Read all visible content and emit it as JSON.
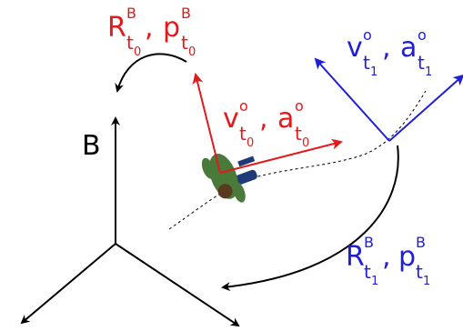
{
  "frame": {
    "label": "B"
  },
  "labels": {
    "top_left": {
      "main": "R",
      "main_sup": "B",
      "main_sub": "t",
      "main_subsub": "0",
      "sep": ",",
      "second": "p",
      "second_sup": "B",
      "second_sub": "t",
      "second_subsub": "0",
      "color": "#e31a1c"
    },
    "agent_t0": {
      "main": "v",
      "main_sup": "o",
      "main_sub": "t",
      "main_subsub": "0",
      "sep": ",",
      "second": "a",
      "second_sup": "o",
      "second_sub": "t",
      "second_subsub": "0",
      "color": "#e31a1c"
    },
    "agent_t1": {
      "main": "v",
      "main_sup": "o",
      "main_sub": "t",
      "main_subsub": "1",
      "sep": ",",
      "second": "a",
      "second_sup": "o",
      "second_sub": "t",
      "second_subsub": "1",
      "color": "#1f1fd6"
    },
    "bottom_right": {
      "main": "R",
      "main_sup": "B",
      "main_sub": "t",
      "main_subsub": "1",
      "sep": ",",
      "second": "p",
      "second_sup": "B",
      "second_sub": "t",
      "second_subsub": "1",
      "color": "#1f1fd6"
    }
  },
  "colors": {
    "red": "#e31a1c",
    "blue": "#1f1fd6",
    "black": "#000000",
    "person_shirt": "#4a7a3a",
    "person_pants": "#1e3a78",
    "person_hair": "#5a3a1e"
  }
}
